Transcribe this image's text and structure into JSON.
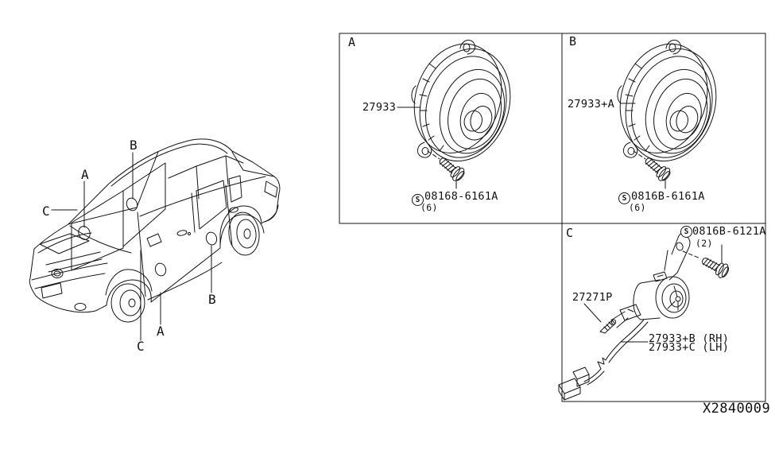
{
  "colors": {
    "ink": "#141414",
    "paper": "#ffffff"
  },
  "car_view": {
    "callout_a_top": "A",
    "callout_b_top": "B",
    "callout_c_left": "C",
    "callout_a_bottom": "A",
    "callout_b_bottom": "B",
    "callout_c_bottom": "C"
  },
  "panel_a": {
    "label": "A",
    "part_number": "27933",
    "screw_symbol": "S",
    "screw_part_number": "08168-6161A",
    "screw_qty": "(6)"
  },
  "panel_b": {
    "label": "B",
    "part_number": "27933+A",
    "screw_symbol": "S",
    "screw_part_number": "0816B-6161A",
    "screw_qty": "(6)"
  },
  "panel_c": {
    "label": "C",
    "screw_symbol": "S",
    "screw_part_number": "0816B-6121A",
    "screw_qty": "(2)",
    "clip_part_number": "27271P",
    "speaker_part_rh": "27933+B (RH)",
    "speaker_part_lh": "27933+C (LH)"
  },
  "footer": {
    "diagram_code": "X2840009"
  }
}
